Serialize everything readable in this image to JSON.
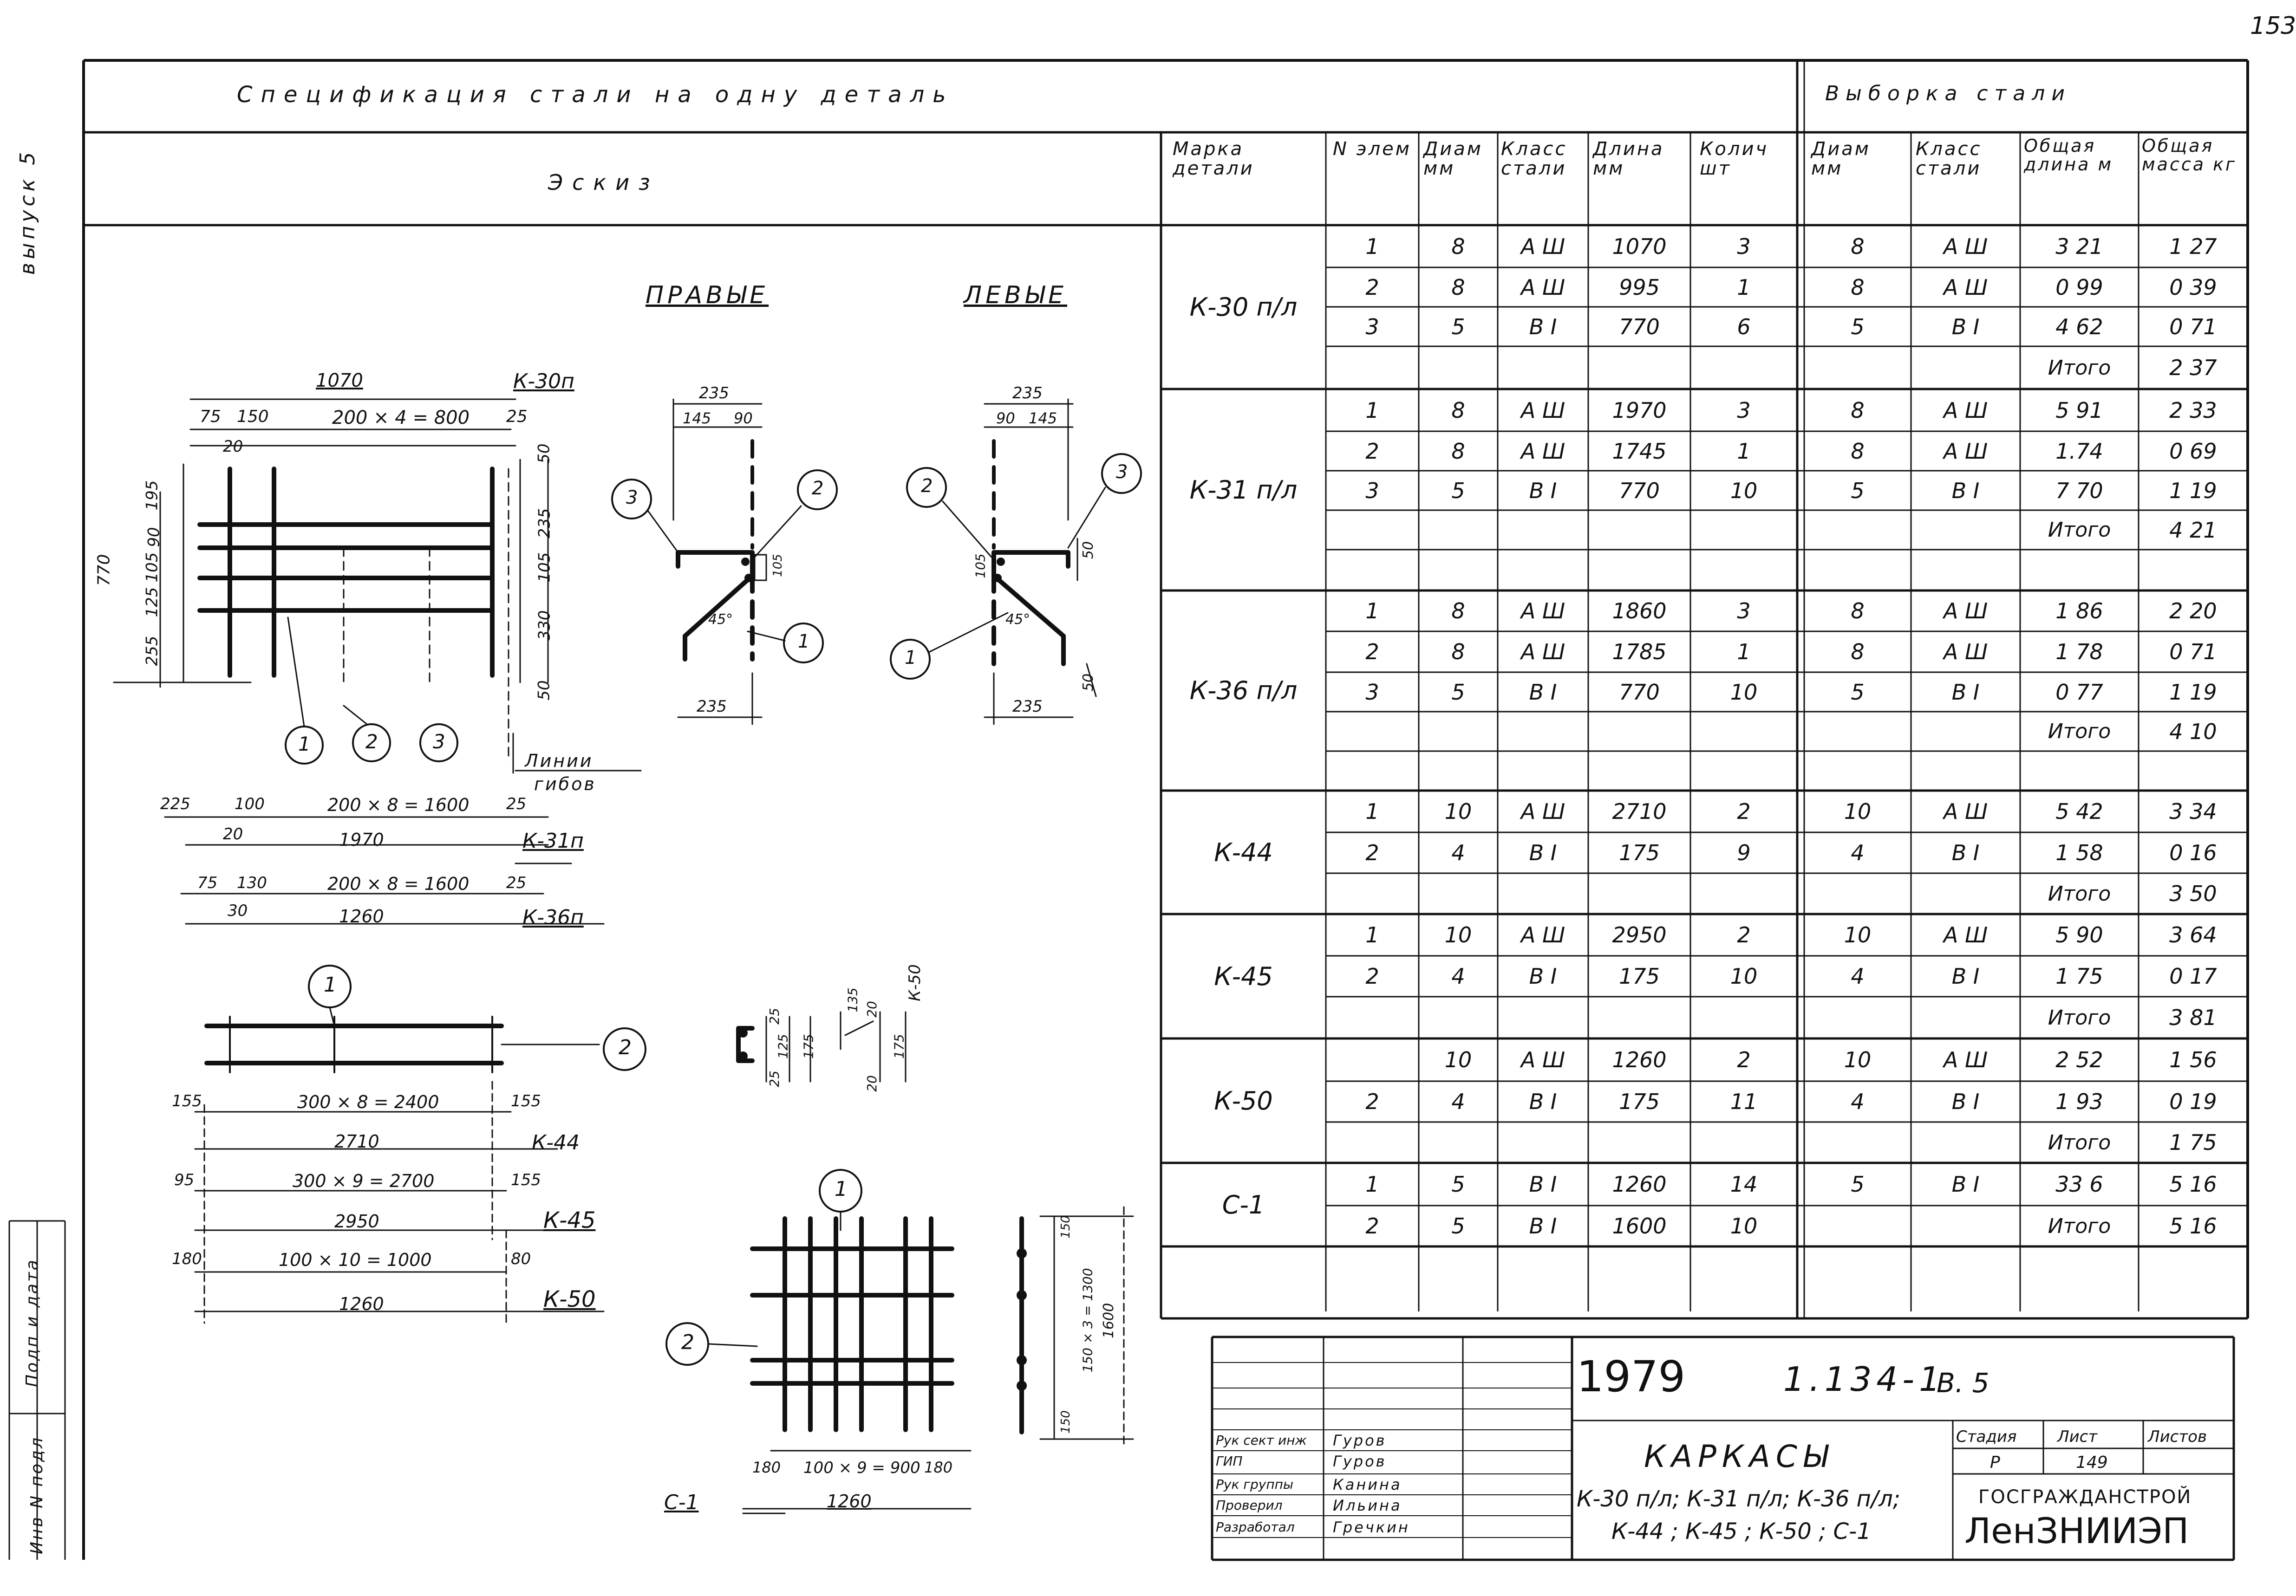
{
  "page_number": "153",
  "side": {
    "vypusk": "выпуск 5",
    "inv": "Инв N подл",
    "podp": "Подп и дата"
  },
  "header": {
    "spec_title": "Спецификация стали на одну деталь",
    "sample_title": "Выборка стали",
    "sketch": "Эскиз"
  },
  "columns": {
    "marka": "Марка детали",
    "n": "N элем",
    "diam": "Диам мм",
    "klass": "Класс стали",
    "dlina": "Длина мм",
    "kol": "Колич шт",
    "s_diam": "Диам мм",
    "s_klass": "Класс стали",
    "s_dlina": "Общая длина м",
    "s_massa": "Общая масса кг"
  },
  "groups": [
    {
      "mark": "К-30 п/л",
      "rows": [
        {
          "n": "1",
          "d": "8",
          "k": "А Ш",
          "l": "1070",
          "q": "3",
          "sd": "8",
          "sk": "А Ш",
          "sl": "3 21",
          "sm": "1 27"
        },
        {
          "n": "2",
          "d": "8",
          "k": "А Ш",
          "l": "995",
          "q": "1",
          "sd": "8",
          "sk": "А Ш",
          "sl": "0 99",
          "sm": "0 39"
        },
        {
          "n": "3",
          "d": "5",
          "k": "В I",
          "l": "770",
          "q": "6",
          "sd": "5",
          "sk": "В I",
          "sl": "4 62",
          "sm": "0 71"
        },
        {
          "n": "",
          "d": "",
          "k": "",
          "l": "",
          "q": "",
          "sd": "",
          "sk": "",
          "sl": "Итого",
          "sm": "2 37"
        }
      ]
    },
    {
      "mark": "К-31 п/л",
      "rows": [
        {
          "n": "1",
          "d": "8",
          "k": "А Ш",
          "l": "1970",
          "q": "3",
          "sd": "8",
          "sk": "А Ш",
          "sl": "5 91",
          "sm": "2 33"
        },
        {
          "n": "2",
          "d": "8",
          "k": "А Ш",
          "l": "1745",
          "q": "1",
          "sd": "8",
          "sk": "А Ш",
          "sl": "1.74",
          "sm": "0 69"
        },
        {
          "n": "3",
          "d": "5",
          "k": "В I",
          "l": "770",
          "q": "10",
          "sd": "5",
          "sk": "В I",
          "sl": "7 70",
          "sm": "1 19"
        },
        {
          "n": "",
          "d": "",
          "k": "",
          "l": "",
          "q": "",
          "sd": "",
          "sk": "",
          "sl": "Итого",
          "sm": "4 21"
        },
        {
          "n": "",
          "d": "",
          "k": "",
          "l": "",
          "q": "",
          "sd": "",
          "sk": "",
          "sl": "",
          "sm": ""
        }
      ]
    },
    {
      "mark": "К-36 п/л",
      "rows": [
        {
          "n": "1",
          "d": "8",
          "k": "А Ш",
          "l": "1860",
          "q": "3",
          "sd": "8",
          "sk": "А Ш",
          "sl": "1 86",
          "sm": "2 20"
        },
        {
          "n": "2",
          "d": "8",
          "k": "А Ш",
          "l": "1785",
          "q": "1",
          "sd": "8",
          "sk": "А Ш",
          "sl": "1 78",
          "sm": "0 71"
        },
        {
          "n": "3",
          "d": "5",
          "k": "В I",
          "l": "770",
          "q": "10",
          "sd": "5",
          "sk": "В I",
          "sl": "0 77",
          "sm": "1 19"
        },
        {
          "n": "",
          "d": "",
          "k": "",
          "l": "",
          "q": "",
          "sd": "",
          "sk": "",
          "sl": "Итого",
          "sm": "4 10"
        },
        {
          "n": "",
          "d": "",
          "k": "",
          "l": "",
          "q": "",
          "sd": "",
          "sk": "",
          "sl": "",
          "sm": ""
        }
      ]
    },
    {
      "mark": "К-44",
      "rows": [
        {
          "n": "1",
          "d": "10",
          "k": "А Ш",
          "l": "2710",
          "q": "2",
          "sd": "10",
          "sk": "А Ш",
          "sl": "5 42",
          "sm": "3 34"
        },
        {
          "n": "2",
          "d": "4",
          "k": "В I",
          "l": "175",
          "q": "9",
          "sd": "4",
          "sk": "В I",
          "sl": "1 58",
          "sm": "0 16"
        },
        {
          "n": "",
          "d": "",
          "k": "",
          "l": "",
          "q": "",
          "sd": "",
          "sk": "",
          "sl": "Итого",
          "sm": "3 50"
        }
      ]
    },
    {
      "mark": "К-45",
      "rows": [
        {
          "n": "1",
          "d": "10",
          "k": "А Ш",
          "l": "2950",
          "q": "2",
          "sd": "10",
          "sk": "А Ш",
          "sl": "5 90",
          "sm": "3 64"
        },
        {
          "n": "2",
          "d": "4",
          "k": "В I",
          "l": "175",
          "q": "10",
          "sd": "4",
          "sk": "В I",
          "sl": "1 75",
          "sm": "0 17"
        },
        {
          "n": "",
          "d": "",
          "k": "",
          "l": "",
          "q": "",
          "sd": "",
          "sk": "",
          "sl": "Итого",
          "sm": "3 81"
        }
      ]
    },
    {
      "mark": "К-50",
      "rows": [
        {
          "n": "",
          "d": "10",
          "k": "А Ш",
          "l": "1260",
          "q": "2",
          "sd": "10",
          "sk": "А Ш",
          "sl": "2 52",
          "sm": "1 56"
        },
        {
          "n": "2",
          "d": "4",
          "k": "В I",
          "l": "175",
          "q": "11",
          "sd": "4",
          "sk": "В I",
          "sl": "1 93",
          "sm": "0 19"
        },
        {
          "n": "",
          "d": "",
          "k": "",
          "l": "",
          "q": "",
          "sd": "",
          "sk": "",
          "sl": "Итого",
          "sm": "1 75"
        }
      ]
    },
    {
      "mark": "С-1",
      "rows": [
        {
          "n": "1",
          "d": "5",
          "k": "В I",
          "l": "1260",
          "q": "14",
          "sd": "5",
          "sk": "В I",
          "sl": "33 6",
          "sm": "5 16"
        },
        {
          "n": "2",
          "d": "5",
          "k": "В I",
          "l": "1600",
          "q": "10",
          "sd": "",
          "sk": "",
          "sl": "Итого",
          "sm": "5 16"
        }
      ]
    }
  ],
  "drawing": {
    "pravye": "ПРАВЫЕ",
    "levye": "ЛЕВЫЕ",
    "linii": "Линии",
    "gibov": "гибов",
    "k30": "К-30п",
    "k31": "К-31п",
    "k36": "К-36п",
    "k44": "К-44",
    "k45": "К-45",
    "k50": "К-50",
    "k50v": "К-50",
    "c1": "С-1",
    "d_1070": "1070",
    "d_75": "75",
    "d_150": "150",
    "d_200x4": "200 × 4 = 800",
    "d_25": "25",
    "d_20": "20",
    "d_50": "50",
    "d_235": "235",
    "d_105": "105",
    "d_330": "330",
    "d_770": "770",
    "d_195": "195",
    "d_90": "90",
    "d_125": "125",
    "d_255": "255",
    "d_145": "145",
    "d_45": "45°",
    "d_225": "225",
    "d_100": "100",
    "d_200x8": "200 × 8 = 1600",
    "d_1970": "1970",
    "d_130": "130",
    "d_30": "30",
    "d_1260": "1260",
    "d_155": "155",
    "d_300x8": "300 × 8 = 2400",
    "d_2710": "2710",
    "d_95": "95",
    "d_300x9": "300 × 9 = 2700",
    "d_2950": "2950",
    "d_180": "180",
    "d_100x10": "100 × 10 = 1000",
    "d_80": "80",
    "d_175": "175",
    "d_135": "135",
    "d_100x9": "100 × 9 = 900",
    "d_1600": "1600",
    "d_150x3": "150 × 3 = 1300",
    "circle_1": "1",
    "circle_2": "2",
    "circle_3": "3"
  },
  "title_block": {
    "year": "1979",
    "code": "1.134-1",
    "vyp": "В. 5",
    "name": "КАРКАСЫ",
    "line1": "К-30 п/л; К-31 п/л; К-36 п/л;",
    "line2": "К-44 ; К-45 ; К-50 ; С-1",
    "stadia_h": "Стадия",
    "list_h": "Лист",
    "listov_h": "Листов",
    "stadia": "Р",
    "list": "149",
    "listov": "",
    "org1": "ГОСГРАЖДАНСТРОЙ",
    "org2": "ЛенЗНИИЭП",
    "roles": [
      {
        "role": "Рук сект инж",
        "name": "Гуров"
      },
      {
        "role": "ГИП",
        "name": "Гуров"
      },
      {
        "role": "Рук группы",
        "name": "Канина"
      },
      {
        "role": "Проверил",
        "name": "Ильина"
      },
      {
        "role": "Разработал",
        "name": "Гречкин"
      }
    ]
  }
}
